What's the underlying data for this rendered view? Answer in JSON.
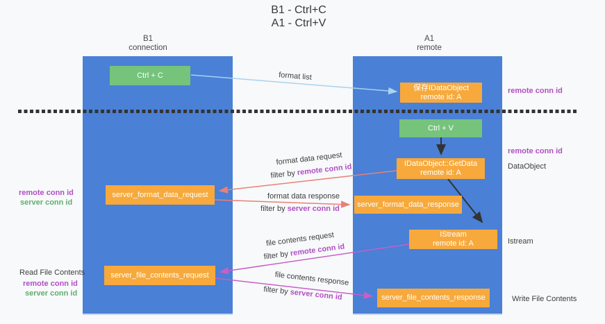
{
  "title": {
    "line1": "B1 - Ctrl+C",
    "line2": "A1 - Ctrl+V"
  },
  "left_column": {
    "header1": "B1",
    "header2": "connection"
  },
  "right_column": {
    "header1": "A1",
    "header2": "remote"
  },
  "nodes": {
    "ctrl_c": {
      "label": "Ctrl + C"
    },
    "save_dataobject": {
      "line1": "保存IDataObject",
      "line2": "remote id: A"
    },
    "ctrl_v": {
      "label": "Ctrl + V"
    },
    "getdata": {
      "line1": "IDataObject::GetData",
      "line2": "remote id: A"
    },
    "format_request": {
      "label": "server_format_data_request"
    },
    "format_response": {
      "label": "server_format_data_response"
    },
    "istream": {
      "line1": "IStream",
      "line2": "remote id: A"
    },
    "file_request": {
      "label": "server_file_contents_request"
    },
    "file_response": {
      "label": "server_file_contents_response"
    }
  },
  "annotations": {
    "remote_conn_id_top": "remote conn id",
    "remote_conn_id_mid": "remote conn id",
    "dataobject": "DataObject",
    "istream": "Istream",
    "write_file_contents": "Write File Contents",
    "left_remote_conn_id": "remote conn id",
    "left_server_conn_id": "server conn id",
    "read_file_contents": "Read File Contents",
    "read_remote_conn_id": "remote conn id",
    "read_server_conn_id": "server conn id"
  },
  "edges": {
    "format_list": {
      "label": "format list"
    },
    "format_data_request": {
      "label": "format data request",
      "filter_prefix": "filter by ",
      "filter_key": "remote conn id"
    },
    "format_data_response": {
      "label": "format data response",
      "filter_prefix": "filter by ",
      "filter_key": "server conn id"
    },
    "file_contents_request": {
      "label": "file contents request",
      "filter_prefix": "filter by ",
      "filter_key": "remote conn id"
    },
    "file_contents_response": {
      "label": "file contents response",
      "filter_prefix": "filter by ",
      "filter_key": "server conn id"
    }
  },
  "colors": {
    "column_blue": "#4a80d6",
    "node_green": "#76c37c",
    "node_orange": "#f7a93c",
    "arrow_lightblue": "#a9d2ee",
    "arrow_salmon": "#e88078",
    "arrow_magenta": "#c75fc7",
    "arrow_black": "#333333",
    "label_purple": "#b04fc3",
    "label_green": "#5fae6d"
  }
}
